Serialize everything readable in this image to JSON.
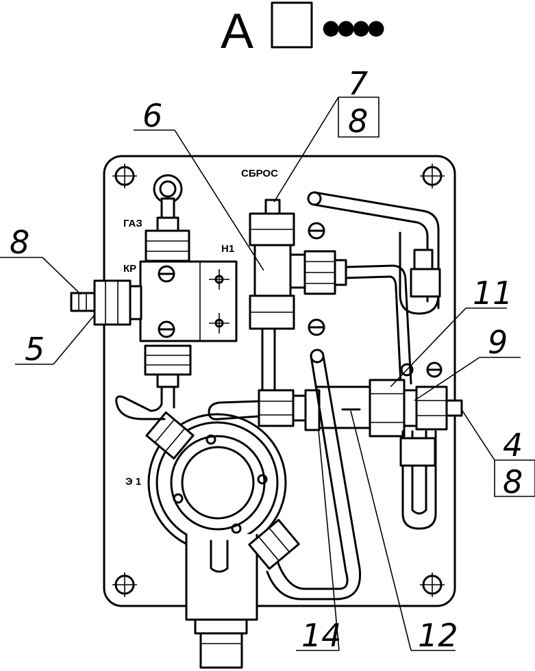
{
  "header": {
    "view_letter": "A",
    "dots": [
      "●",
      "●",
      "●",
      "●"
    ]
  },
  "panel_labels": {
    "reset": "СБРОС",
    "gas": "ГАЗ",
    "valve": "КР",
    "n1": "Н1",
    "e1": "Э 1"
  },
  "callouts": [
    {
      "id": "c7",
      "text": "7"
    },
    {
      "id": "c8a",
      "text": "8"
    },
    {
      "id": "c6",
      "text": "6"
    },
    {
      "id": "c8b",
      "text": "8"
    },
    {
      "id": "c5",
      "text": "5"
    },
    {
      "id": "c11",
      "text": "11"
    },
    {
      "id": "c9",
      "text": "9"
    },
    {
      "id": "c4",
      "text": "4"
    },
    {
      "id": "c8c",
      "text": "8"
    },
    {
      "id": "c14",
      "text": "14"
    },
    {
      "id": "c12",
      "text": "12"
    }
  ]
}
